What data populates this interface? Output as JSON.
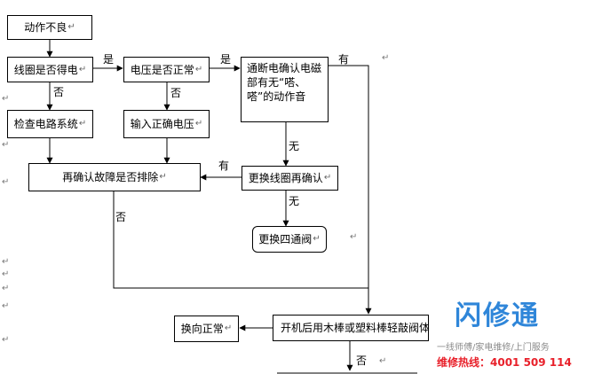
{
  "nodes": {
    "n1": "动作不良",
    "n2": "线圈是否得电",
    "n3": "电压是否正常",
    "n4": "通断电确认电磁部有无“嗒、嗒”的动作音",
    "n5": "检查电路系统",
    "n6": "输入正确电压",
    "n7": "再确认故障是否排除",
    "n8": "更换线圈再确认",
    "n9": "更换四通阀",
    "n10": "换向正常",
    "n11": "开机后用木棒或塑料棒轻敲阀体"
  },
  "labels": {
    "yes": "是",
    "no": "否",
    "have": "有",
    "none": "无"
  },
  "marks": {
    "return": "↵",
    "side": "↵"
  },
  "brand": {
    "title": "闪修通",
    "slogan": "一线师傅/家电维修/上门服务",
    "hotline": "维修热线：4001 509 114",
    "title_color": "#2f86d9",
    "hotline_color": "#e8202a"
  }
}
